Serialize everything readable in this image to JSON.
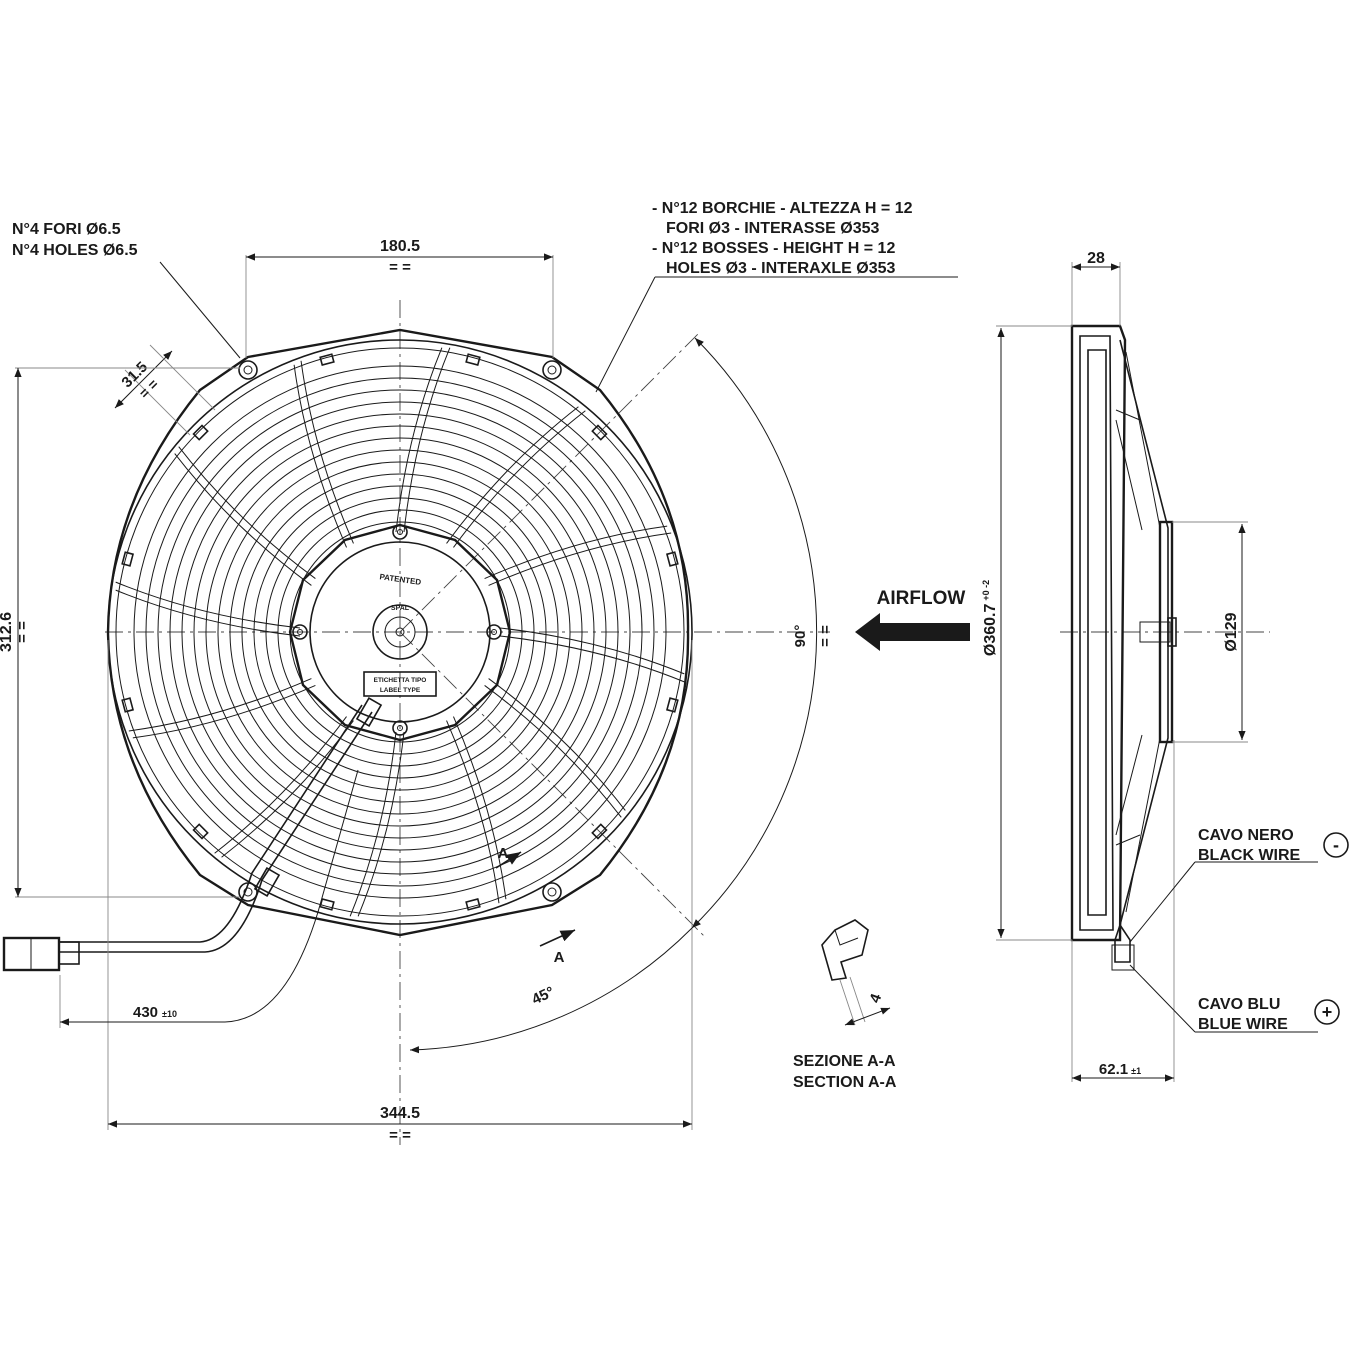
{
  "dimensions": {
    "top_width": "180.5",
    "flat_31": "31.5",
    "height_left": "312.6",
    "bottom_width": "344.5",
    "cable_length": "430",
    "cable_tol": "±10",
    "depth_top": "28",
    "diameter_main": "Ø360.7",
    "diameter_tol": "+0 -2",
    "motor_diameter": "Ø129",
    "depth_bottom": "62.1",
    "depth_tol": "±1",
    "angle_90": "90°",
    "angle_45": "45°",
    "section_thickness": "4"
  },
  "labels": {
    "holes_it": "N°4 FORI Ø6.5",
    "holes_en": "N°4 HOLES Ø6.5",
    "bosses_it_1": "- N°12 BORCHIE - ALTEZZA H = 12",
    "bosses_it_2": "FORI Ø3 - INTERASSE Ø353",
    "bosses_en_1": "- N°12 BOSSES - HEIGHT H = 12",
    "bosses_en_2": "HOLES Ø3 - INTERAXLE Ø353",
    "airflow": "AIRFLOW",
    "section_it": "SEZIONE A-A",
    "section_en": "SECTION A-A",
    "section_mark": "A",
    "black_wire_it": "CAVO NERO",
    "black_wire_en": "BLACK WIRE",
    "blue_wire_it": "CAVO BLU",
    "blue_wire_en": "BLUE WIRE",
    "minus": "-",
    "plus": "+",
    "symmetry": "= =",
    "patented": "PATENTED",
    "brand": "SPAL",
    "label_it": "ETICHETTA TIPO",
    "label_en": "LABEL TYPE"
  },
  "colors": {
    "line": "#1a1a1a",
    "axis": "#444444",
    "background": "#ffffff"
  },
  "icons": {
    "airflow": "arrow-left-icon",
    "negative": "minus-circle-icon",
    "positive": "plus-circle-icon"
  }
}
